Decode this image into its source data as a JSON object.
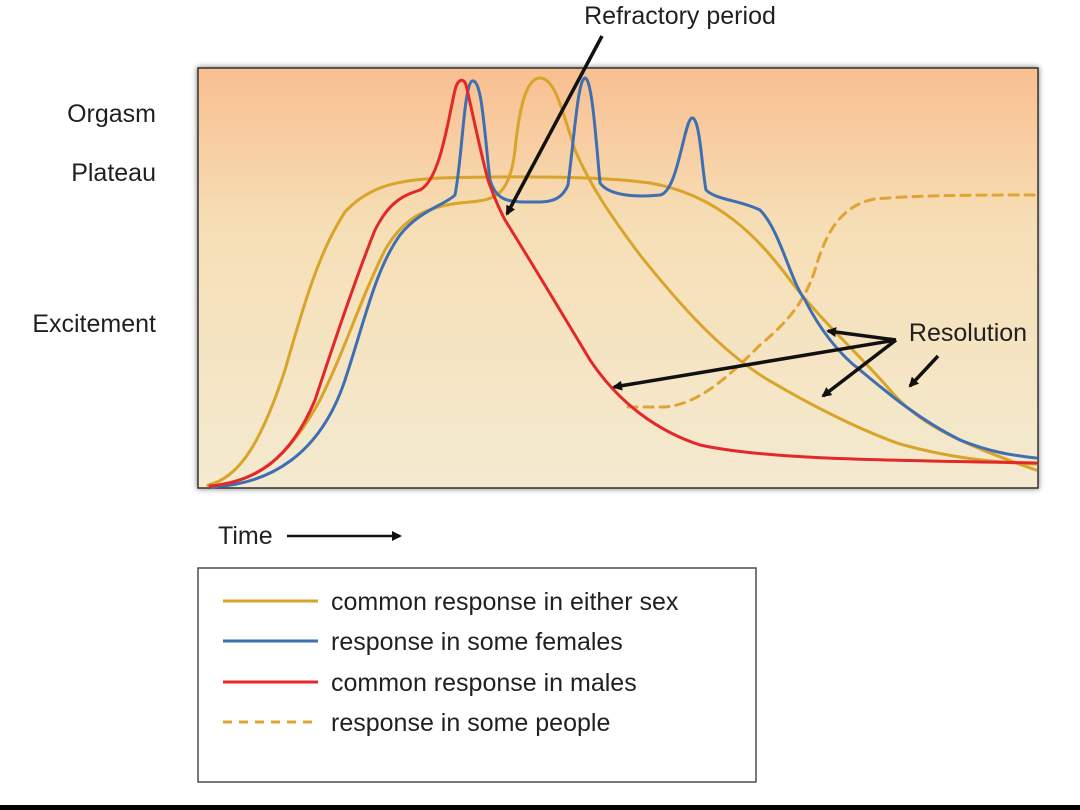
{
  "stage_labels": {
    "orgasm": "Orgasm",
    "plateau": "Plateau",
    "excitement": "Excitement"
  },
  "time_label": "Time",
  "annotations": {
    "refractory": "Refractory period",
    "resolution": "Resolution"
  },
  "legend": [
    {
      "label": "common response in either sex",
      "color": "#d9a42a",
      "dashed": false
    },
    {
      "label": "response in some females",
      "color": "#3e6fb3",
      "dashed": false
    },
    {
      "label": "common response in males",
      "color": "#e3282a",
      "dashed": false
    },
    {
      "label": "response in some people",
      "color": "#e0a436",
      "dashed": true
    }
  ],
  "colors": {
    "plot_top": "#f9bf91",
    "plot_bottom": "#f4ead0",
    "arrow": "#111111"
  }
}
